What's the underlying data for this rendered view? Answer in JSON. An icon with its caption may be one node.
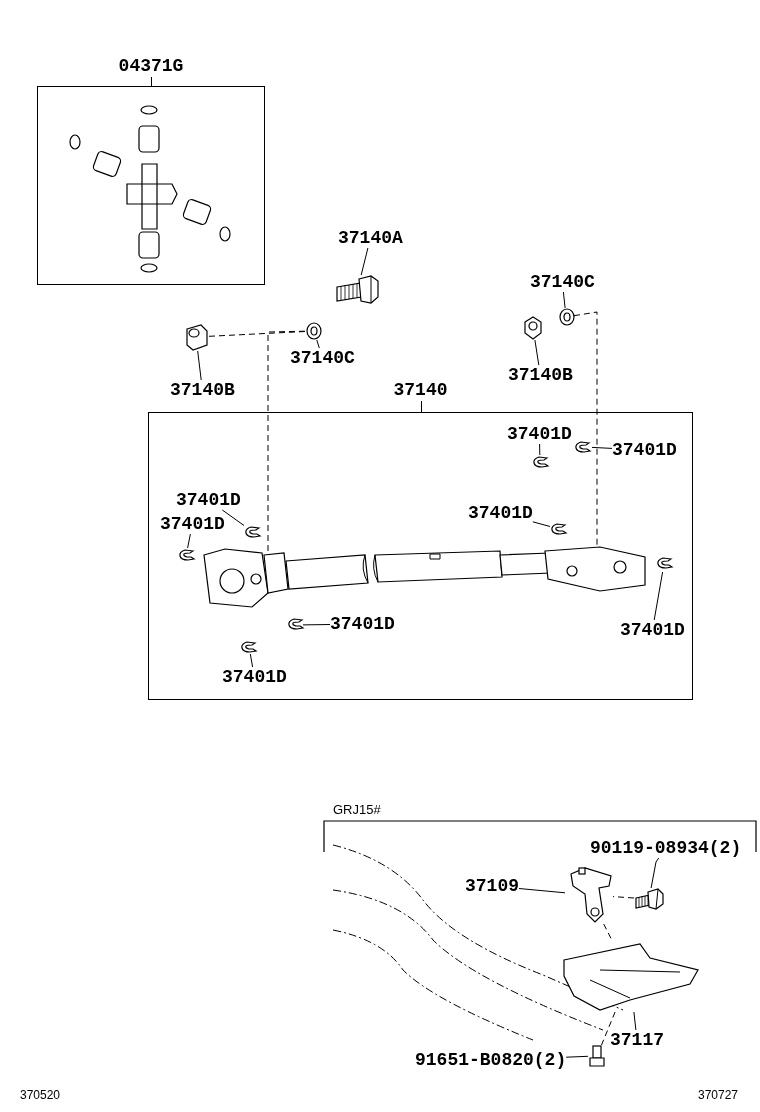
{
  "diagram": {
    "nodes": [
      {
        "text": [
          "04371G"
        ]
      },
      {
        "text": [
          "37140A"
        ]
      },
      {
        "text": [],
        "shape": "picture"
      },
      {
        "text": [
          "37140C"
        ]
      },
      {
        "text": [],
        "shape": "picture"
      },
      {
        "text": [
          "37140B"
        ]
      },
      {
        "text": [],
        "shape": "picture"
      },
      {
        "text": [
          "37140C"
        ]
      },
      {
        "text": [],
        "shape": "picture"
      },
      {
        "text": [
          "37140B"
        ]
      },
      {
        "text": [],
        "shape": "picture"
      },
      {
        "text": [
          "37140"
        ]
      },
      {
        "text": [],
        "shape": "picture",
        "in": 11
      },
      {
        "text": [
          "37401D"
        ],
        "in": 11
      },
      {
        "text": [],
        "shape": "picture",
        "in": 11
      },
      {
        "text": [
          "37401D"
        ],
        "in": 11
      },
      {
        "text": [],
        "shape": "picture",
        "in": 11
      },
      {
        "text": [
          "37401D"
        ],
        "in": 11
      },
      {
        "text": [],
        "shape": "picture",
        "in": 11
      },
      {
        "text": [
          "37401D"
        ],
        "in": 11
      },
      {
        "text": [],
        "shape": "picture",
        "in": 11
      },
      {
        "text": [
          "37401D"
        ],
        "in": 11
      },
      {
        "text": [],
        "shape": "picture",
        "in": 11
      },
      {
        "text": [
          "37401D"
        ],
        "in": 11
      },
      {
        "text": [],
        "shape": "picture",
        "in": 11
      },
      {
        "text": [
          "37401D"
        ],
        "in": 11
      },
      {
        "text": [],
        "shape": "picture",
        "in": 11
      },
      {
        "text": [
          "37401D"
        ],
        "in": 11
      },
      {
        "text": [],
        "shape": "picture",
        "in": 11
      },
      {
        "text": [
          "GRJ15#"
        ]
      },
      {
        "text": [
          "90119-08934(2)"
        ],
        "in": 29
      },
      {
        "text": [],
        "shape": "picture",
        "in": 29
      },
      {
        "text": [
          "37109"
        ],
        "in": 29
      },
      {
        "text": [],
        "shape": "picture",
        "in": 29
      },
      {
        "text": [
          "37117"
        ],
        "in": 29
      },
      {
        "text": [],
        "shape": "picture",
        "in": 29
      },
      {
        "text": [
          "91651-B0820(2)"
        ],
        "in": 29
      },
      {
        "text": [],
        "shape": "picture",
        "in": 29
      }
    ],
    "edges": [
      {
        "from": 1,
        "to": 2,
        "arrow": "none"
      },
      {
        "from": 3,
        "to": 4,
        "arrow": "none"
      },
      {
        "from": 5,
        "to": 6,
        "arrow": "none"
      },
      {
        "from": 7,
        "to": 8,
        "arrow": "none"
      },
      {
        "from": 9,
        "to": 10,
        "arrow": "none"
      },
      {
        "from": 6,
        "to": 4,
        "arrow": "none",
        "style": "dashed"
      },
      {
        "from": 4,
        "to": 12,
        "arrow": "none",
        "style": "dashed"
      },
      {
        "from": 8,
        "to": 12,
        "arrow": "none",
        "style": "dashed"
      },
      {
        "from": 13,
        "to": 14,
        "arrow": "none"
      },
      {
        "from": 15,
        "to": 16,
        "arrow": "none"
      },
      {
        "from": 17,
        "to": 18,
        "arrow": "none"
      },
      {
        "from": 19,
        "to": 20,
        "arrow": "none"
      },
      {
        "from": 21,
        "to": 22,
        "arrow": "none"
      },
      {
        "from": 23,
        "to": 24,
        "arrow": "none"
      },
      {
        "from": 25,
        "to": 26,
        "arrow": "none"
      },
      {
        "from": 27,
        "to": 28,
        "arrow": "none"
      },
      {
        "from": 30,
        "to": 31,
        "arrow": "none"
      },
      {
        "from": 32,
        "to": 33,
        "arrow": "none"
      },
      {
        "from": 34,
        "to": 35,
        "arrow": "none"
      },
      {
        "from": 36,
        "to": 37,
        "arrow": "none"
      },
      {
        "from": 31,
        "to": 33,
        "arrow": "none",
        "style": "dashed"
      },
      {
        "from": 33,
        "to": 35,
        "arrow": "none",
        "style": "dashed"
      },
      {
        "from": 35,
        "to": 37,
        "arrow": "none",
        "style": "dashed"
      }
    ],
    "labels": [
      "370520",
      "370727"
    ]
  }
}
